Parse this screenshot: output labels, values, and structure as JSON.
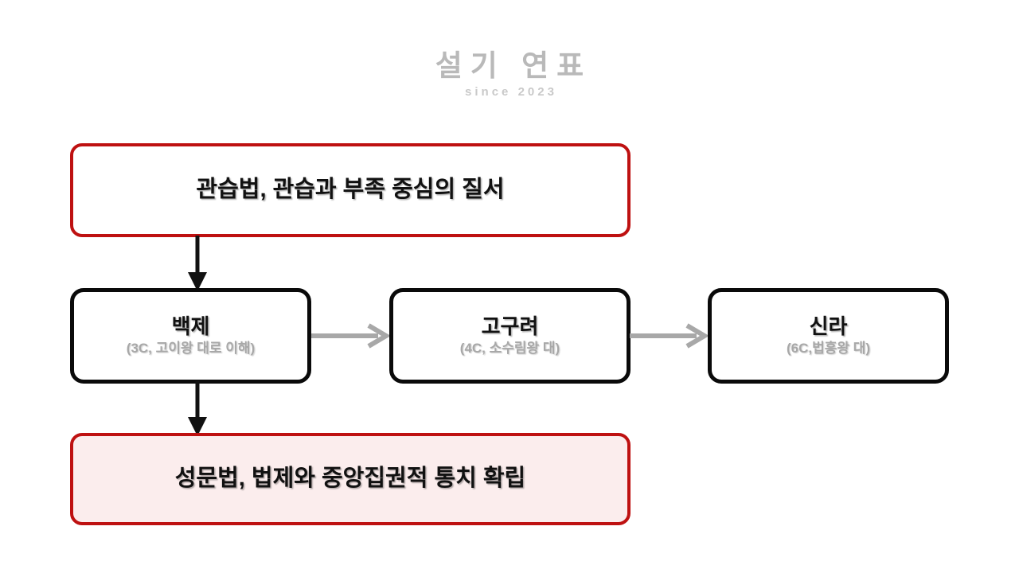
{
  "watermark": {
    "title": "설기 연표",
    "subtitle": "since 2023",
    "color": "#b9b9b9"
  },
  "colors": {
    "accent_red": "#BE1111",
    "accent_red_fill": "#FBEDED",
    "node_border": "#0A0A0A",
    "sub_text": "#A8A8A8",
    "arrow_black": "#111111",
    "arrow_gray": "#A8A8A8",
    "background": "#FFFFFF"
  },
  "diagram": {
    "top_node": {
      "title": "관습법, 관습과 부족 중심의 질서",
      "style": "red-outline"
    },
    "row_nodes": [
      {
        "title": "백제",
        "subtitle": "(3C, 고이왕 대로 이해)",
        "style": "black-outline"
      },
      {
        "title": "고구려",
        "subtitle": "(4C, 소수림왕 대)",
        "style": "black-outline"
      },
      {
        "title": "신라",
        "subtitle": "(6C,법흥왕 대)",
        "style": "black-outline"
      }
    ],
    "bottom_node": {
      "title": "성문법, 법제와 중앙집권적 통치 확립",
      "style": "red-filled"
    },
    "connectors": [
      {
        "name": "top-to-baekje",
        "direction": "down",
        "color": "#111111"
      },
      {
        "name": "baekje-to-goguryeo",
        "direction": "right",
        "color": "#A8A8A8"
      },
      {
        "name": "goguryeo-to-silla",
        "direction": "right",
        "color": "#A8A8A8"
      },
      {
        "name": "baekje-to-bottom",
        "direction": "down",
        "color": "#111111"
      }
    ]
  }
}
